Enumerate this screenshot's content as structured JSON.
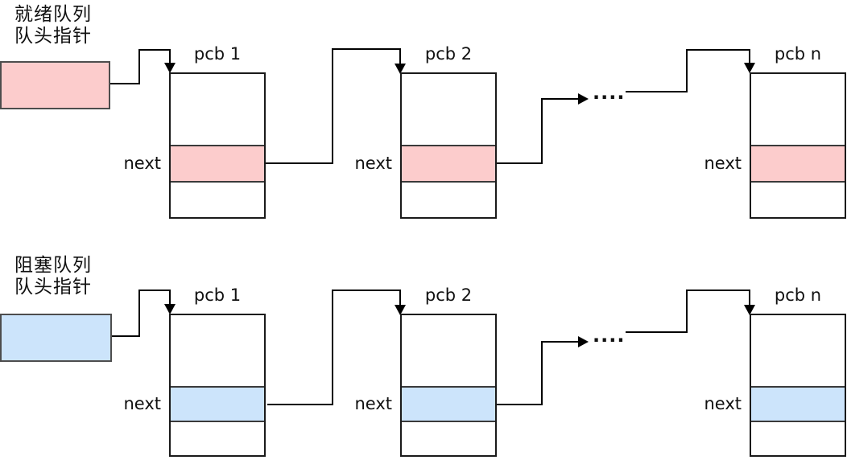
{
  "colors": {
    "ready_fill": "#FCCCCC",
    "blocked_fill": "#CCE4FB",
    "line": "#1a1a1a"
  },
  "queues": [
    {
      "id": "ready",
      "label_line1": "就绪队列",
      "label_line2": "队头指针",
      "dots": "....",
      "nodes": [
        {
          "title": "pcb 1",
          "next_label": "next"
        },
        {
          "title": "pcb 2",
          "next_label": "next"
        },
        {
          "title": "pcb n",
          "next_label": "next"
        }
      ]
    },
    {
      "id": "blocked",
      "label_line1": "阻塞队列",
      "label_line2": "队头指针",
      "dots": "....",
      "nodes": [
        {
          "title": "pcb 1",
          "next_label": "next"
        },
        {
          "title": "pcb 2",
          "next_label": "next"
        },
        {
          "title": "pcb n",
          "next_label": "next"
        }
      ]
    }
  ]
}
